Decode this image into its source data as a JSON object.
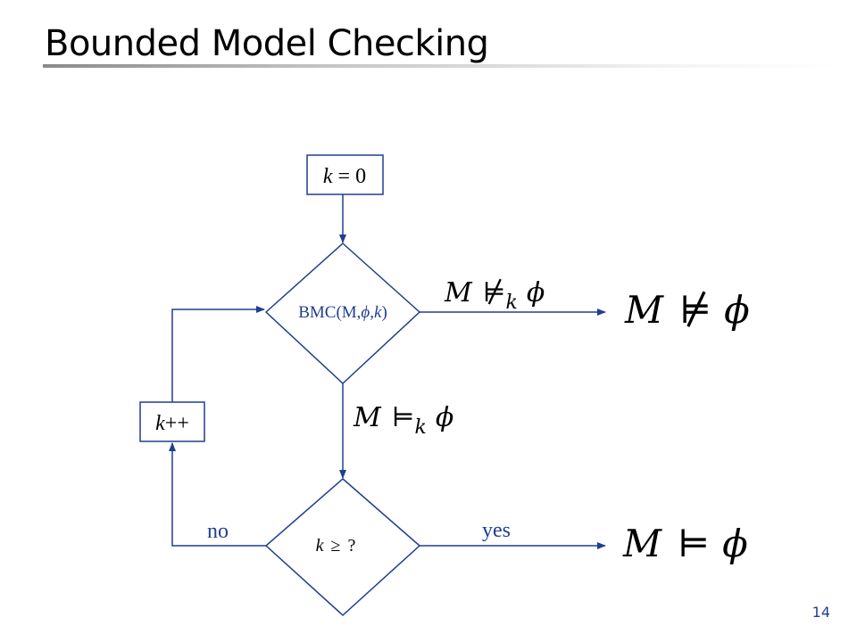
{
  "slide": {
    "title": "Bounded Model Checking",
    "page_number": "14"
  },
  "diagram": {
    "init_box": {
      "var": "k",
      "rest": " = 0"
    },
    "bmc_node": {
      "prefix": "BMC(M,",
      "phi": "ϕ",
      "comma": ",",
      "k": "k",
      "suffix": ")"
    },
    "inc_box": {
      "var": "k",
      "rest": "++"
    },
    "decision_node": {
      "var": "k",
      "op": "≥",
      "q": "?"
    },
    "edge_labels": {
      "not_sat_k": {
        "M": "M",
        "rel": "⊭",
        "sub": "k",
        "phi": "ϕ"
      },
      "sat_k": {
        "M": "M",
        "rel": "⊨",
        "sub": "k",
        "phi": "ϕ"
      },
      "no": "no",
      "yes": "yes"
    },
    "results": {
      "counterexample": {
        "M": "M",
        "rel": "⊭",
        "phi": "ϕ"
      },
      "holds": {
        "M": "M",
        "rel": "⊨",
        "phi": "ϕ"
      }
    },
    "colors": {
      "line": "#1f3f8f",
      "text": "#000000",
      "label_blue": "#1f3f8f"
    }
  }
}
